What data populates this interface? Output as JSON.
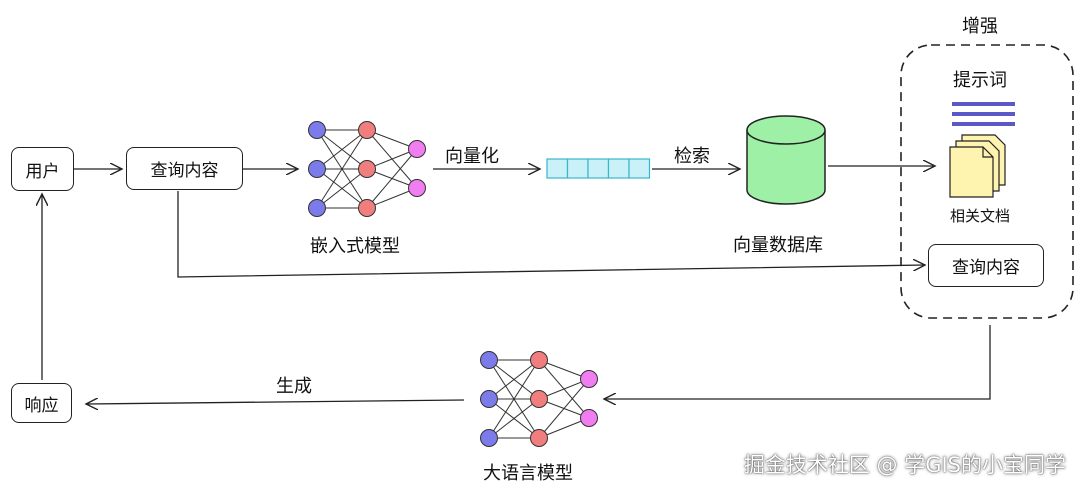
{
  "nodes": {
    "user": "用户",
    "query": "查询内容",
    "embedding_model": "嵌入式模型",
    "vectorize": "向量化",
    "retrieve": "检索",
    "vector_db": "向量数据库",
    "augment": "增强",
    "prompt": "提示词",
    "related_docs": "相关文档",
    "augment_query": "查询内容",
    "generate": "生成",
    "llm": "大语言模型",
    "response": "响应"
  },
  "watermark": "掘金技术社区 @ 学GIS的小宝同学",
  "colors": {
    "input_node": "#7b7bea",
    "hidden_node": "#f07e7e",
    "output_node": "#f07ef0",
    "vector_cell": "#c9f1f7",
    "vector_border": "#3ab6cc",
    "database_fill": "#9ef0a6",
    "docs_fill": "#fff3b0",
    "prompt_lines": "#5b58c8"
  }
}
